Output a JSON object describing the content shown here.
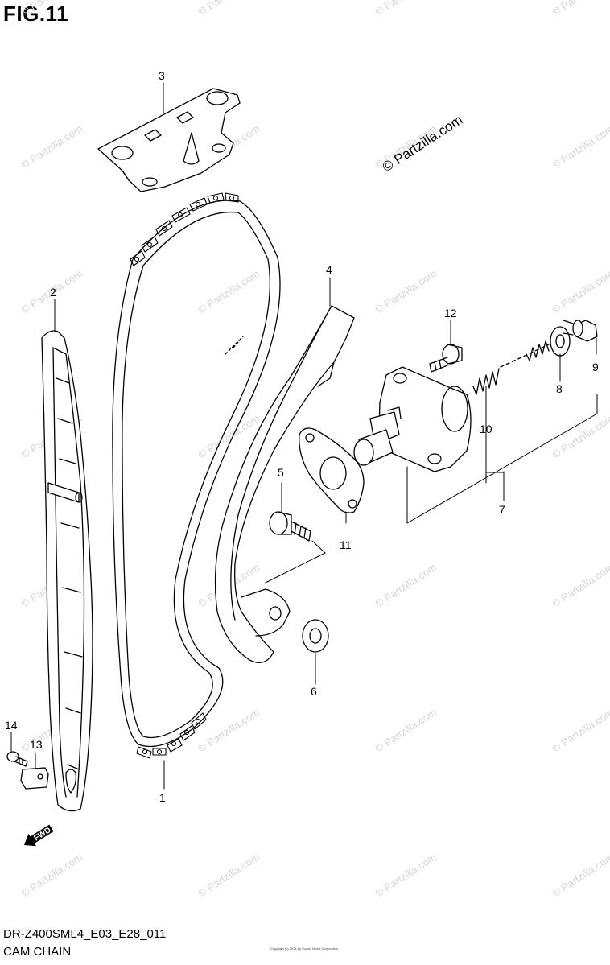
{
  "figure": {
    "title": "FIG.11",
    "code": "DR-Z400SML4_E03_E28_011",
    "subtitle": "CAM CHAIN",
    "fine_print": "Copyright (c) 2014 by Suzuki Motor Corporation"
  },
  "watermark": {
    "text": "© Partzilla.com",
    "main_text": "© Partzilla.com"
  },
  "direction_marker": {
    "label": "FWD"
  },
  "callouts": [
    {
      "id": "1",
      "part": "cam-chain"
    },
    {
      "id": "2",
      "part": "chain-guide-rear"
    },
    {
      "id": "3",
      "part": "chain-guide-top"
    },
    {
      "id": "4",
      "part": "tensioner-guide"
    },
    {
      "id": "5",
      "part": "tensioner-guide-bolt"
    },
    {
      "id": "6",
      "part": "washer"
    },
    {
      "id": "7",
      "part": "tensioner-assembly"
    },
    {
      "id": "8",
      "part": "gasket-washer"
    },
    {
      "id": "9",
      "part": "cap-bolt"
    },
    {
      "id": "10",
      "part": "spring"
    },
    {
      "id": "11",
      "part": "tensioner-gasket"
    },
    {
      "id": "12",
      "part": "tensioner-bolt"
    },
    {
      "id": "13",
      "part": "guide-retainer"
    },
    {
      "id": "14",
      "part": "screw"
    }
  ]
}
